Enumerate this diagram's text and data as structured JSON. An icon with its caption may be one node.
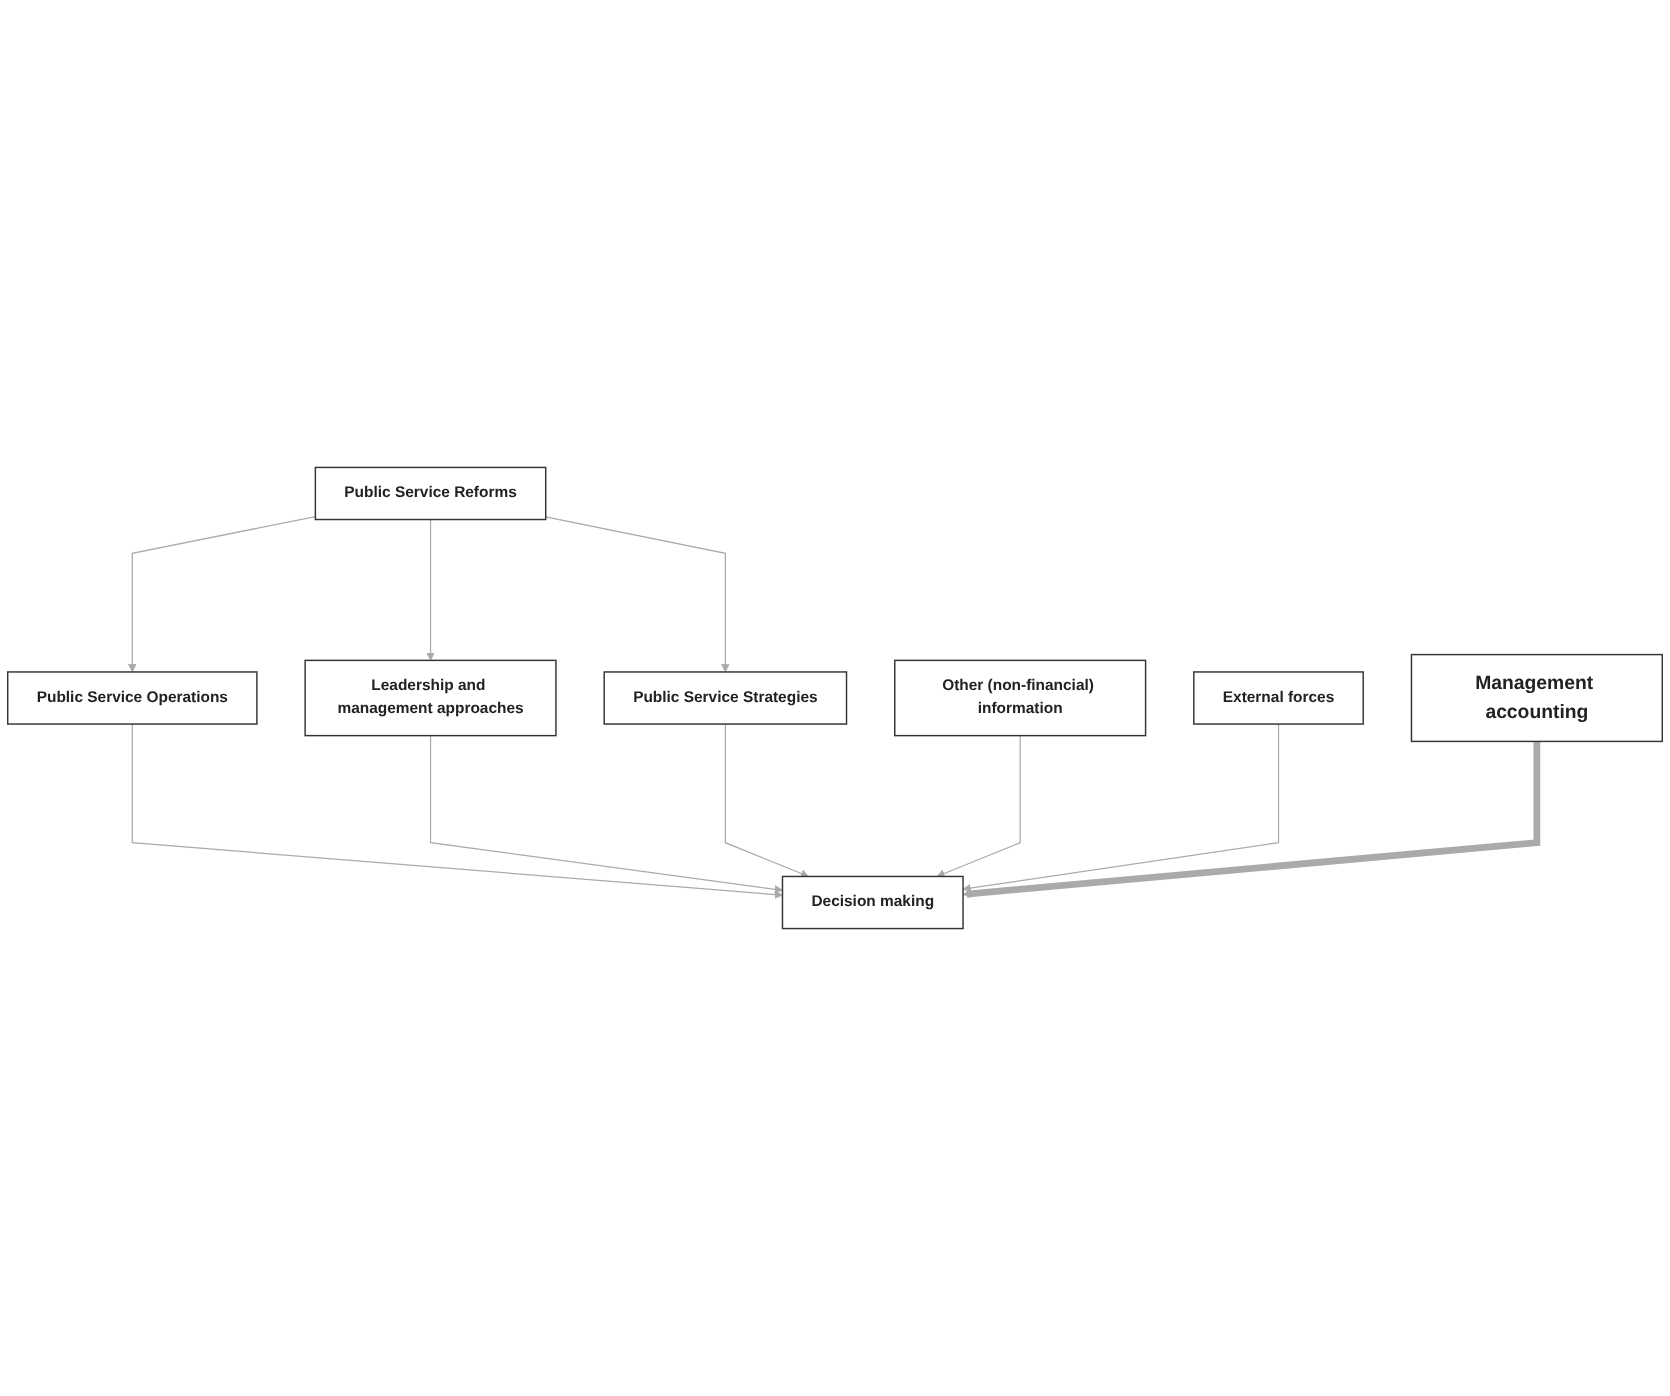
{
  "diagram": {
    "nodes": [
      {
        "text": [
          "Public Service Reforms"
        ]
      },
      {
        "text": [
          "Public Service Operations"
        ]
      },
      {
        "text": [
          "Leadership and management approaches"
        ]
      },
      {
        "text": [
          "Public Service Strategies"
        ]
      },
      {
        "text": [
          "Other (non-financial) information"
        ]
      },
      {
        "text": [
          "Decision making"
        ]
      },
      {
        "text": [
          "External forces"
        ]
      },
      {
        "text": [
          "Management accounting"
        ]
      }
    ],
    "edges": [
      {
        "from": 0,
        "to": 1,
        "arrow": "to"
      },
      {
        "from": 0,
        "to": 2,
        "arrow": "to"
      },
      {
        "from": 0,
        "to": 3,
        "arrow": "to"
      },
      {
        "from": 1,
        "to": 5,
        "arrow": "to"
      },
      {
        "from": 2,
        "to": 5,
        "arrow": "to"
      },
      {
        "from": 3,
        "to": 5,
        "arrow": "to"
      },
      {
        "from": 4,
        "to": 5,
        "arrow": "to"
      },
      {
        "from": 6,
        "to": 5,
        "arrow": "to"
      },
      {
        "from": 7,
        "to": 5,
        "arrow": "to",
        "style": "thick"
      }
    ]
  }
}
